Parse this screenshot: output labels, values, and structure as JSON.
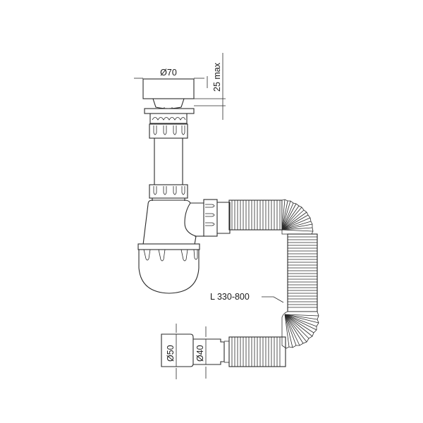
{
  "diagram": {
    "title": "Sink siphon with flexible corrugated outlet hose",
    "colors": {
      "line": "#2a2a2a",
      "background": "#ffffff",
      "text": "#1a1a1a"
    },
    "labels": {
      "top_diameter": "Ø70",
      "height_max": "25 max",
      "hose_length": "L 330-800",
      "outlet_outer_diameter": "Ø50",
      "outlet_inner_diameter": "Ø40"
    },
    "parts": [
      "strainer-cap",
      "sink-flange",
      "upper-nut",
      "vertical-tube",
      "lower-nut",
      "bottle-trap-body",
      "trap-bottom-cap",
      "side-nut",
      "corrugated-hose",
      "outlet-adapter"
    ]
  }
}
